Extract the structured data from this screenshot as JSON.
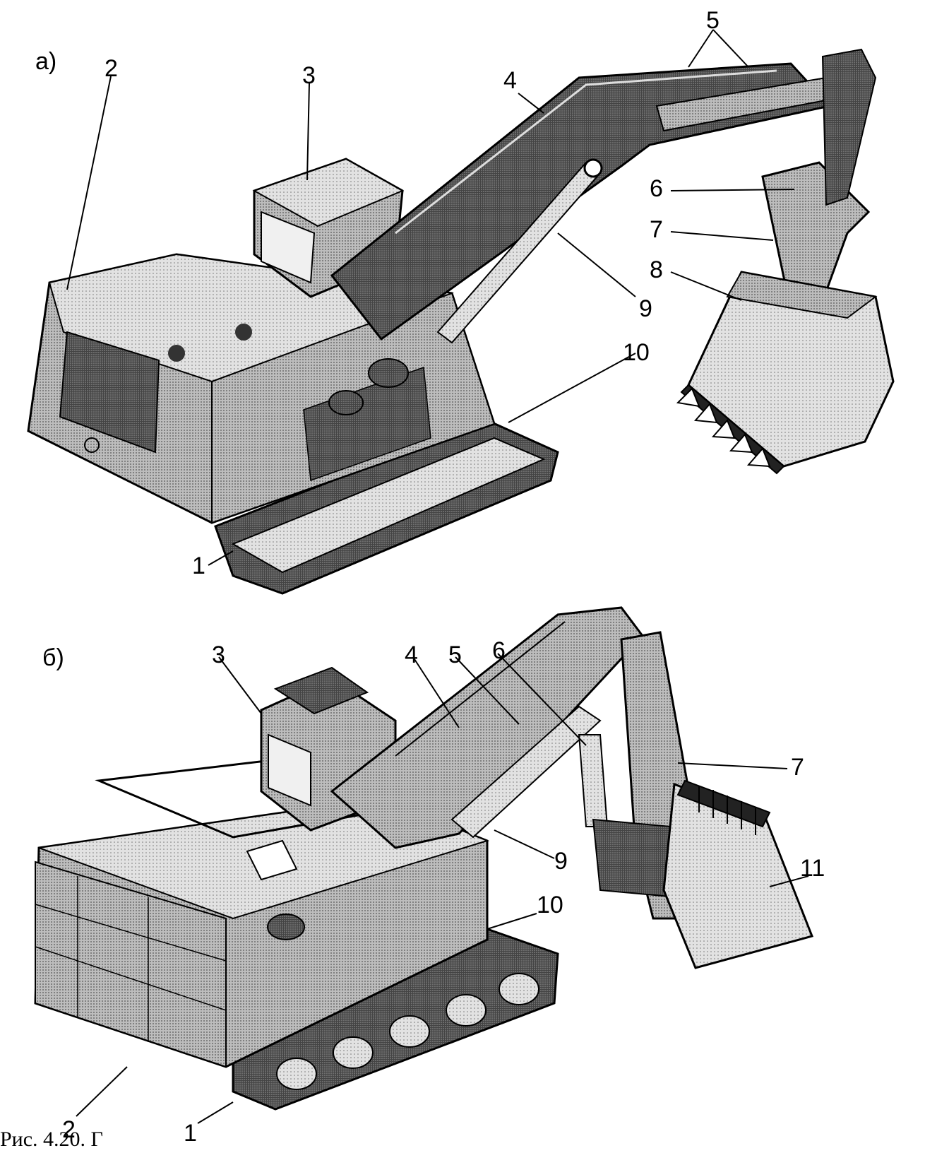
{
  "figure": {
    "panel_a_label": "а)",
    "panel_b_label": "б)",
    "caption_fragment": "Рис. 4.20. Г"
  },
  "callouts_a": [
    "1",
    "2",
    "3",
    "4",
    "5",
    "6",
    "7",
    "8",
    "9",
    "10"
  ],
  "callouts_b": [
    "1",
    "2",
    "3",
    "4",
    "5",
    "6",
    "7",
    "9",
    "10",
    "11"
  ],
  "colors": {
    "ink": "#000000",
    "shade_dark": "#3a3a3a",
    "shade_mid": "#8a8a8a",
    "shade_light": "#c8c8c8",
    "paper": "#ffffff"
  }
}
